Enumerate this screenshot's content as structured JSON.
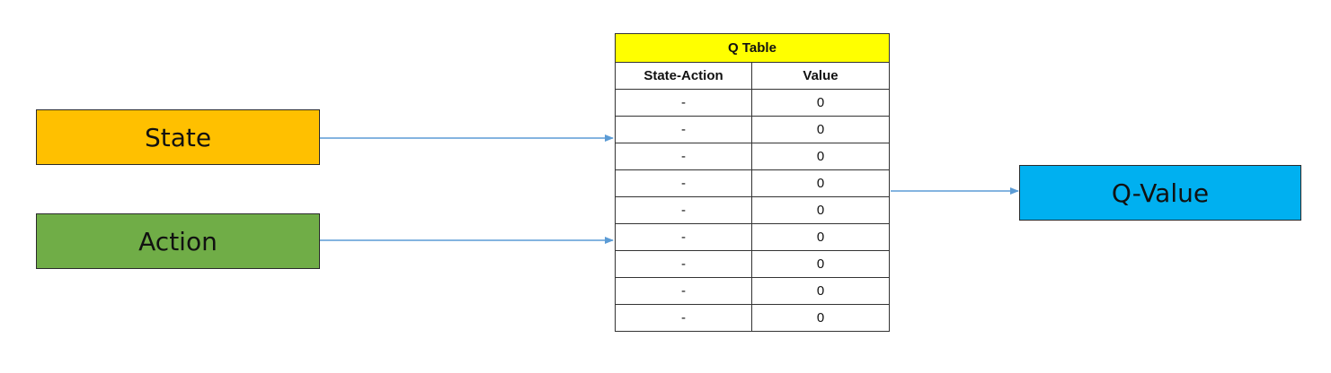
{
  "colors": {
    "state": "#FFC000",
    "action": "#70AD47",
    "qvalue": "#00B0F0",
    "table_header": "#FFFF00",
    "arrow": "#5B9BD5"
  },
  "state_label": "State",
  "action_label": "Action",
  "qvalue_label": "Q-Value",
  "table": {
    "title": "Q Table",
    "headers": [
      "State-Action",
      "Value"
    ],
    "rows": [
      [
        "-",
        "0"
      ],
      [
        "-",
        "0"
      ],
      [
        "-",
        "0"
      ],
      [
        "-",
        "0"
      ],
      [
        "-",
        "0"
      ],
      [
        "-",
        "0"
      ],
      [
        "-",
        "0"
      ],
      [
        "-",
        "0"
      ],
      [
        "-",
        "0"
      ]
    ]
  }
}
